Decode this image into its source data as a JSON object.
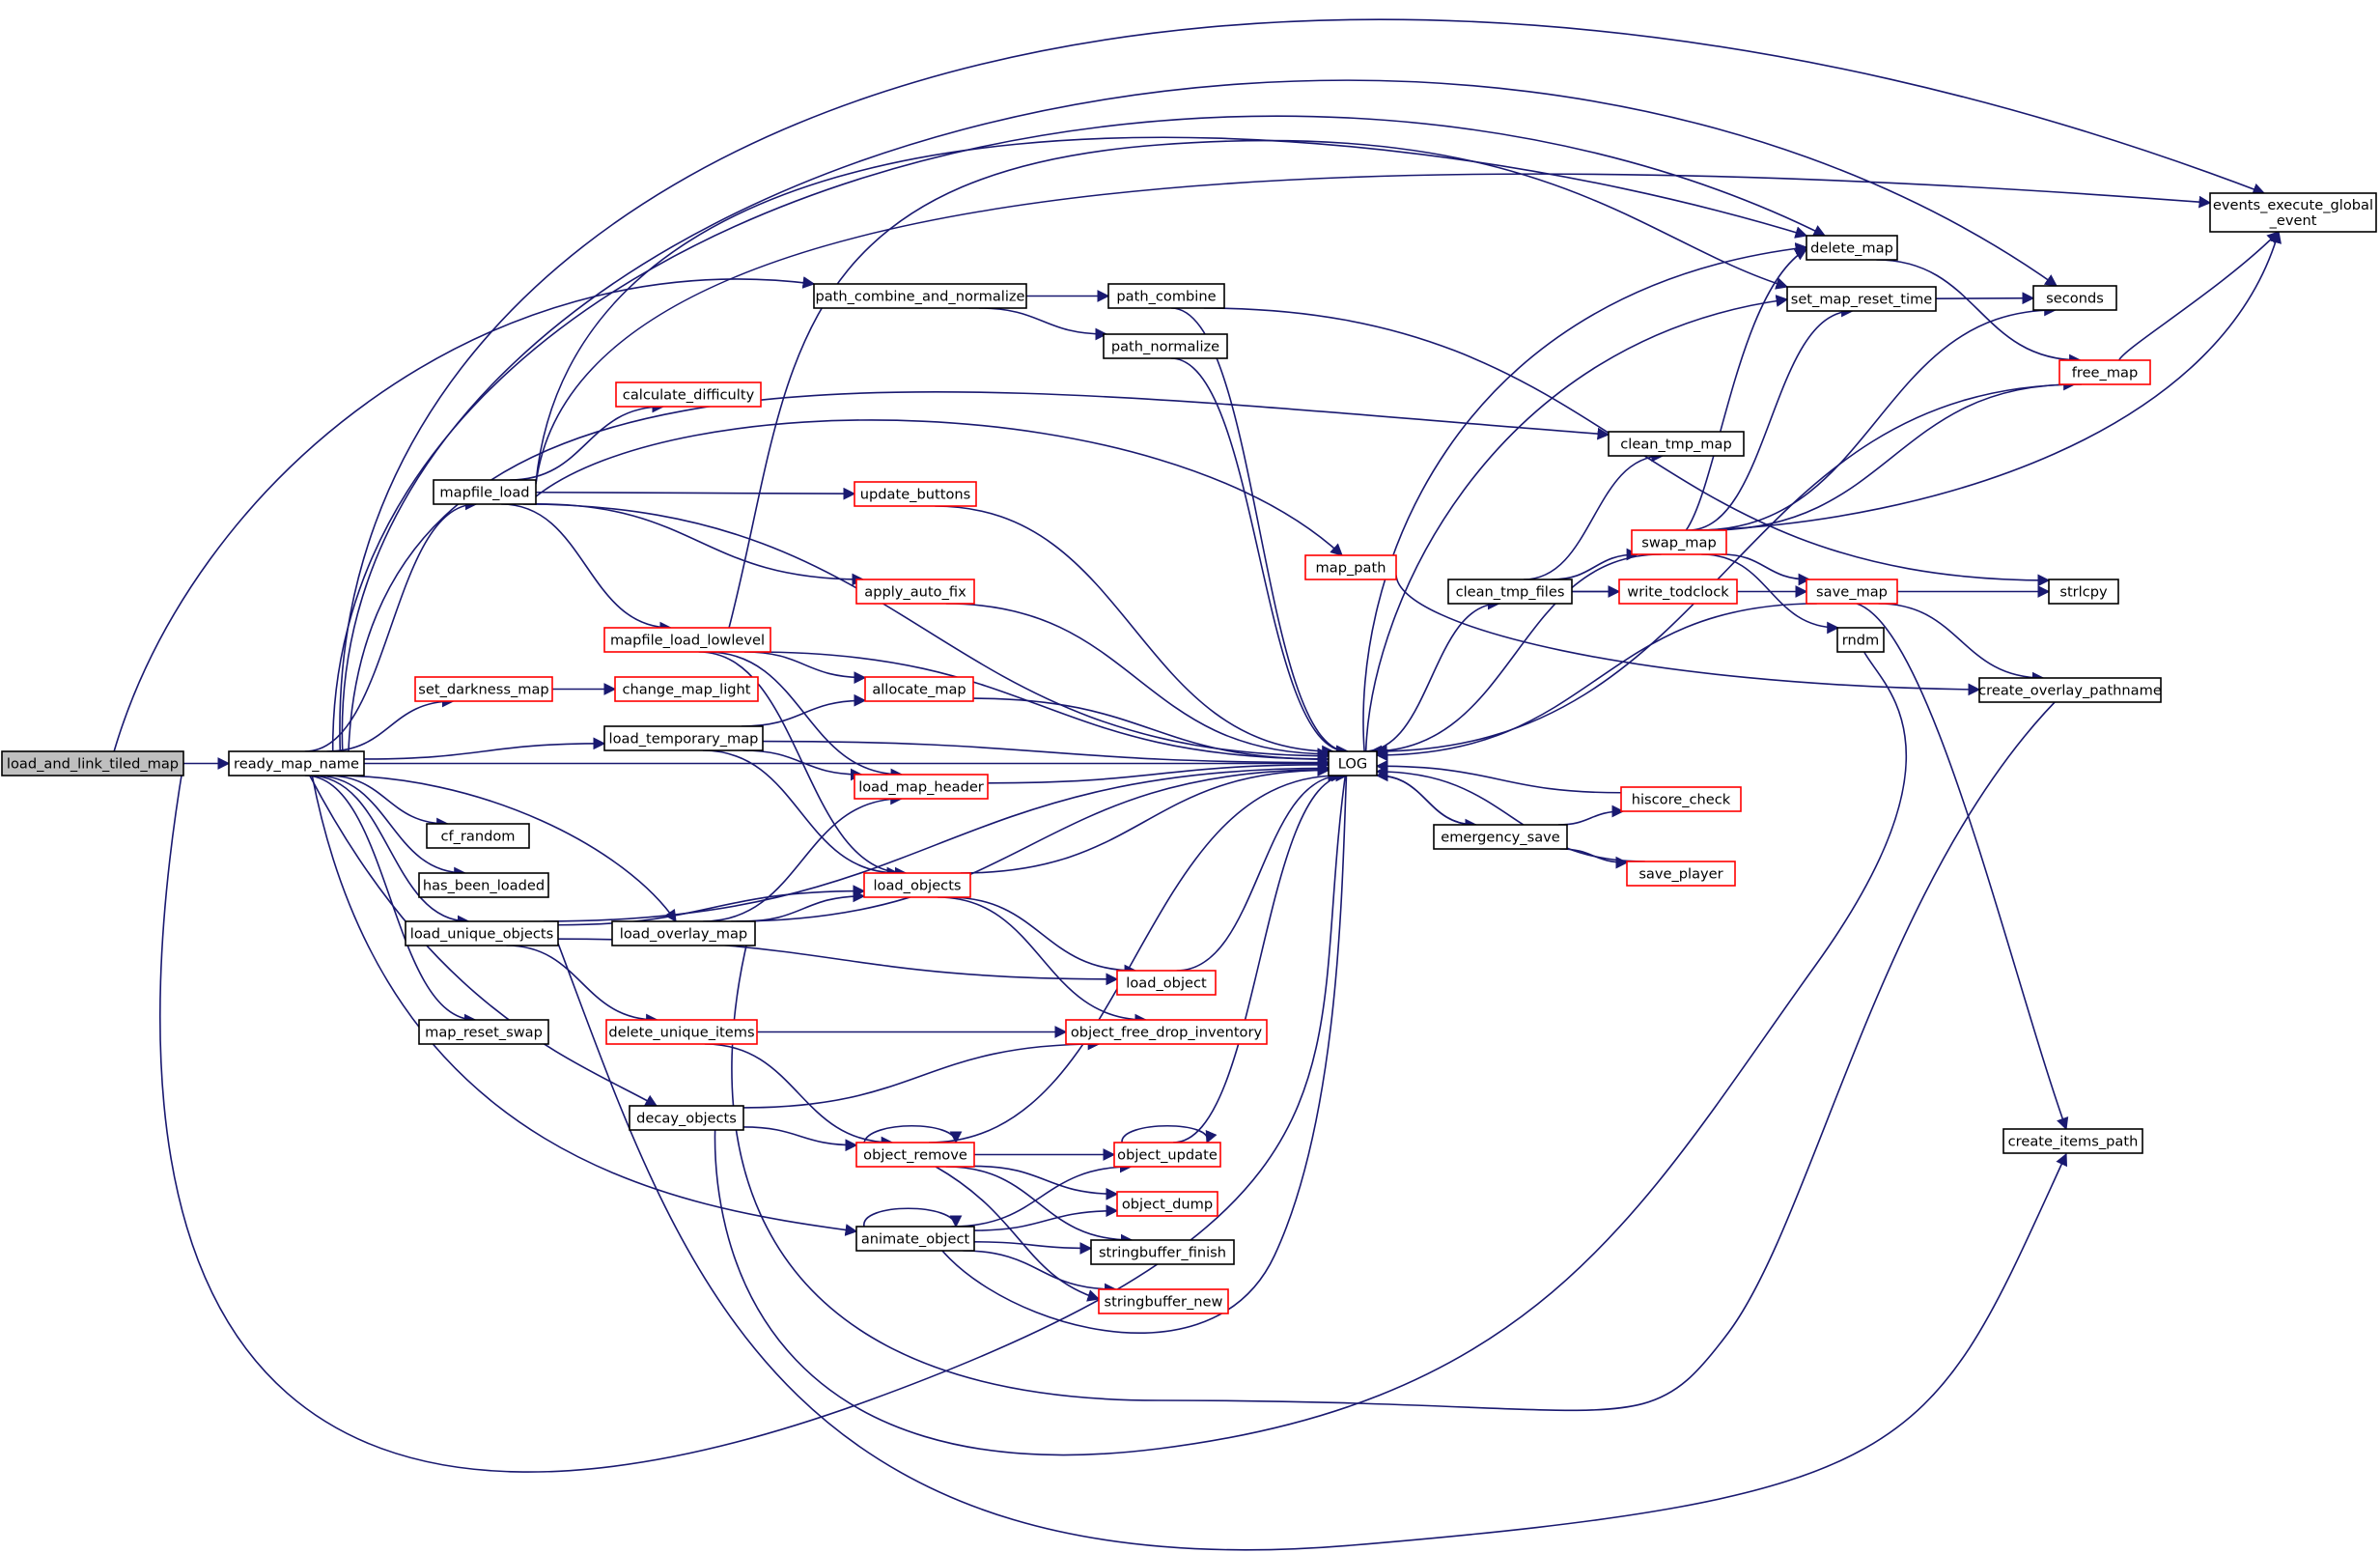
{
  "colors": {
    "edge": "#191970",
    "border_normal": "#000000",
    "border_truncated": "#ff0000",
    "fill_normal": "#ffffff",
    "fill_root": "#bfbfbf"
  },
  "nodes": [
    {
      "id": "load_and_link_tiled_map",
      "label": "load_and_link_tiled_map",
      "kind": "root"
    },
    {
      "id": "ready_map_name",
      "label": "ready_map_name",
      "kind": "normal"
    },
    {
      "id": "path_combine_and_normalize",
      "label": "path_combine_and_normalize",
      "kind": "normal"
    },
    {
      "id": "path_combine",
      "label": "path_combine",
      "kind": "normal"
    },
    {
      "id": "path_normalize",
      "label": "path_normalize",
      "kind": "normal"
    },
    {
      "id": "calculate_difficulty",
      "label": "calculate_difficulty",
      "kind": "truncated"
    },
    {
      "id": "mapfile_load",
      "label": "mapfile_load",
      "kind": "normal"
    },
    {
      "id": "update_buttons",
      "label": "update_buttons",
      "kind": "truncated"
    },
    {
      "id": "apply_auto_fix",
      "label": "apply_auto_fix",
      "kind": "truncated"
    },
    {
      "id": "mapfile_load_lowlevel",
      "label": "mapfile_load_lowlevel",
      "kind": "truncated"
    },
    {
      "id": "set_darkness_map",
      "label": "set_darkness_map",
      "kind": "truncated"
    },
    {
      "id": "change_map_light",
      "label": "change_map_light",
      "kind": "truncated"
    },
    {
      "id": "allocate_map",
      "label": "allocate_map",
      "kind": "truncated"
    },
    {
      "id": "load_temporary_map",
      "label": "load_temporary_map",
      "kind": "normal"
    },
    {
      "id": "load_map_header",
      "label": "load_map_header",
      "kind": "truncated"
    },
    {
      "id": "cf_random",
      "label": "cf_random",
      "kind": "normal"
    },
    {
      "id": "has_been_loaded",
      "label": "has_been_loaded",
      "kind": "normal"
    },
    {
      "id": "load_unique_objects",
      "label": "load_unique_objects",
      "kind": "normal"
    },
    {
      "id": "load_overlay_map",
      "label": "load_overlay_map",
      "kind": "normal"
    },
    {
      "id": "load_objects",
      "label": "load_objects",
      "kind": "truncated"
    },
    {
      "id": "load_object",
      "label": "load_object",
      "kind": "truncated"
    },
    {
      "id": "map_reset_swap",
      "label": "map_reset_swap",
      "kind": "normal"
    },
    {
      "id": "delete_unique_items",
      "label": "delete_unique_items",
      "kind": "truncated"
    },
    {
      "id": "object_free_drop_inventory",
      "label": "object_free_drop_inventory",
      "kind": "truncated"
    },
    {
      "id": "decay_objects",
      "label": "decay_objects",
      "kind": "normal"
    },
    {
      "id": "object_remove",
      "label": "object_remove",
      "kind": "truncated"
    },
    {
      "id": "object_update",
      "label": "object_update",
      "kind": "truncated"
    },
    {
      "id": "object_dump",
      "label": "object_dump",
      "kind": "truncated"
    },
    {
      "id": "animate_object",
      "label": "animate_object",
      "kind": "normal"
    },
    {
      "id": "stringbuffer_finish",
      "label": "stringbuffer_finish",
      "kind": "normal"
    },
    {
      "id": "stringbuffer_new",
      "label": "stringbuffer_new",
      "kind": "truncated"
    },
    {
      "id": "map_path",
      "label": "map_path",
      "kind": "truncated"
    },
    {
      "id": "LOG",
      "label": "LOG",
      "kind": "normal"
    },
    {
      "id": "clean_tmp_map",
      "label": "clean_tmp_map",
      "kind": "normal"
    },
    {
      "id": "clean_tmp_files",
      "label": "clean_tmp_files",
      "kind": "normal"
    },
    {
      "id": "swap_map",
      "label": "swap_map",
      "kind": "truncated"
    },
    {
      "id": "write_todclock",
      "label": "write_todclock",
      "kind": "truncated"
    },
    {
      "id": "emergency_save",
      "label": "emergency_save",
      "kind": "normal"
    },
    {
      "id": "hiscore_check",
      "label": "hiscore_check",
      "kind": "truncated"
    },
    {
      "id": "save_player",
      "label": "save_player",
      "kind": "truncated"
    },
    {
      "id": "delete_map",
      "label": "delete_map",
      "kind": "normal"
    },
    {
      "id": "set_map_reset_time",
      "label": "set_map_reset_time",
      "kind": "normal"
    },
    {
      "id": "free_map",
      "label": "free_map",
      "kind": "truncated"
    },
    {
      "id": "save_map",
      "label": "save_map",
      "kind": "truncated"
    },
    {
      "id": "rndm",
      "label": "rndm",
      "kind": "normal"
    },
    {
      "id": "events_execute_global_event",
      "label": "events_execute_global\n_event",
      "kind": "normal"
    },
    {
      "id": "seconds",
      "label": "seconds",
      "kind": "normal"
    },
    {
      "id": "strlcpy",
      "label": "strlcpy",
      "kind": "normal"
    },
    {
      "id": "create_overlay_pathname",
      "label": "create_overlay_pathname",
      "kind": "normal"
    },
    {
      "id": "create_items_path",
      "label": "create_items_path",
      "kind": "normal"
    }
  ],
  "edges": [
    [
      "load_and_link_tiled_map",
      "ready_map_name"
    ],
    [
      "load_and_link_tiled_map",
      "path_combine_and_normalize"
    ],
    [
      "load_and_link_tiled_map",
      "LOG"
    ],
    [
      "ready_map_name",
      "events_execute_global_event"
    ],
    [
      "ready_map_name",
      "seconds"
    ],
    [
      "ready_map_name",
      "delete_map"
    ],
    [
      "ready_map_name",
      "clean_tmp_map"
    ],
    [
      "ready_map_name",
      "mapfile_load"
    ],
    [
      "ready_map_name",
      "set_darkness_map"
    ],
    [
      "ready_map_name",
      "load_temporary_map"
    ],
    [
      "ready_map_name",
      "LOG"
    ],
    [
      "ready_map_name",
      "cf_random"
    ],
    [
      "ready_map_name",
      "has_been_loaded"
    ],
    [
      "ready_map_name",
      "load_unique_objects"
    ],
    [
      "ready_map_name",
      "load_overlay_map"
    ],
    [
      "ready_map_name",
      "map_reset_swap"
    ],
    [
      "ready_map_name",
      "decay_objects"
    ],
    [
      "ready_map_name",
      "animate_object"
    ],
    [
      "path_combine_and_normalize",
      "path_combine"
    ],
    [
      "path_combine_and_normalize",
      "path_normalize"
    ],
    [
      "path_combine",
      "LOG"
    ],
    [
      "path_combine",
      "strlcpy"
    ],
    [
      "path_normalize",
      "LOG"
    ],
    [
      "mapfile_load",
      "calculate_difficulty"
    ],
    [
      "mapfile_load",
      "delete_map"
    ],
    [
      "mapfile_load",
      "events_execute_global_event"
    ],
    [
      "mapfile_load",
      "map_path"
    ],
    [
      "mapfile_load",
      "update_buttons"
    ],
    [
      "mapfile_load",
      "apply_auto_fix"
    ],
    [
      "mapfile_load",
      "mapfile_load_lowlevel"
    ],
    [
      "mapfile_load",
      "LOG"
    ],
    [
      "update_buttons",
      "LOG"
    ],
    [
      "apply_auto_fix",
      "LOG"
    ],
    [
      "mapfile_load_lowlevel",
      "set_map_reset_time"
    ],
    [
      "mapfile_load_lowlevel",
      "allocate_map"
    ],
    [
      "mapfile_load_lowlevel",
      "load_map_header"
    ],
    [
      "mapfile_load_lowlevel",
      "load_objects"
    ],
    [
      "mapfile_load_lowlevel",
      "LOG"
    ],
    [
      "set_darkness_map",
      "change_map_light"
    ],
    [
      "allocate_map",
      "LOG"
    ],
    [
      "load_temporary_map",
      "allocate_map"
    ],
    [
      "load_temporary_map",
      "load_map_header"
    ],
    [
      "load_temporary_map",
      "load_objects"
    ],
    [
      "load_temporary_map",
      "LOG"
    ],
    [
      "load_map_header",
      "LOG"
    ],
    [
      "load_unique_objects",
      "LOG"
    ],
    [
      "load_unique_objects",
      "load_objects"
    ],
    [
      "load_unique_objects",
      "load_object"
    ],
    [
      "load_unique_objects",
      "delete_unique_items"
    ],
    [
      "load_unique_objects",
      "create_items_path"
    ],
    [
      "load_overlay_map",
      "load_map_header"
    ],
    [
      "load_overlay_map",
      "load_objects"
    ],
    [
      "load_overlay_map",
      "LOG"
    ],
    [
      "load_overlay_map",
      "create_overlay_pathname"
    ],
    [
      "load_objects",
      "LOG"
    ],
    [
      "load_objects",
      "load_object"
    ],
    [
      "load_objects",
      "object_free_drop_inventory"
    ],
    [
      "load_object",
      "LOG"
    ],
    [
      "delete_unique_items",
      "object_free_drop_inventory"
    ],
    [
      "delete_unique_items",
      "object_remove"
    ],
    [
      "decay_objects",
      "object_free_drop_inventory"
    ],
    [
      "decay_objects",
      "object_remove"
    ],
    [
      "decay_objects",
      "rndm"
    ],
    [
      "object_remove",
      "object_remove"
    ],
    [
      "object_remove",
      "LOG"
    ],
    [
      "object_remove",
      "object_update"
    ],
    [
      "object_remove",
      "object_dump"
    ],
    [
      "object_remove",
      "stringbuffer_finish"
    ],
    [
      "object_remove",
      "stringbuffer_new"
    ],
    [
      "object_update",
      "object_update"
    ],
    [
      "object_update",
      "LOG"
    ],
    [
      "animate_object",
      "animate_object"
    ],
    [
      "animate_object",
      "object_update"
    ],
    [
      "animate_object",
      "object_dump"
    ],
    [
      "animate_object",
      "stringbuffer_finish"
    ],
    [
      "animate_object",
      "stringbuffer_new"
    ],
    [
      "animate_object",
      "LOG"
    ],
    [
      "map_path",
      "create_overlay_pathname"
    ],
    [
      "LOG",
      "delete_map"
    ],
    [
      "LOG",
      "set_map_reset_time"
    ],
    [
      "LOG",
      "clean_tmp_files"
    ],
    [
      "LOG",
      "emergency_save"
    ],
    [
      "clean_tmp_files",
      "clean_tmp_map"
    ],
    [
      "clean_tmp_files",
      "swap_map"
    ],
    [
      "clean_tmp_files",
      "write_todclock"
    ],
    [
      "clean_tmp_files",
      "save_map"
    ],
    [
      "swap_map",
      "LOG"
    ],
    [
      "swap_map",
      "delete_map"
    ],
    [
      "swap_map",
      "set_map_reset_time"
    ],
    [
      "swap_map",
      "seconds"
    ],
    [
      "swap_map",
      "free_map"
    ],
    [
      "swap_map",
      "events_execute_global_event"
    ],
    [
      "swap_map",
      "save_map"
    ],
    [
      "swap_map",
      "rndm"
    ],
    [
      "emergency_save",
      "LOG"
    ],
    [
      "emergency_save",
      "hiscore_check"
    ],
    [
      "emergency_save",
      "save_player"
    ],
    [
      "hiscore_check",
      "LOG"
    ],
    [
      "save_player",
      "LOG"
    ],
    [
      "delete_map",
      "free_map"
    ],
    [
      "set_map_reset_time",
      "seconds"
    ],
    [
      "free_map",
      "LOG"
    ],
    [
      "free_map",
      "events_execute_global_event"
    ],
    [
      "save_map",
      "LOG"
    ],
    [
      "save_map",
      "strlcpy"
    ],
    [
      "save_map",
      "create_overlay_pathname"
    ],
    [
      "save_map",
      "create_items_path"
    ]
  ]
}
